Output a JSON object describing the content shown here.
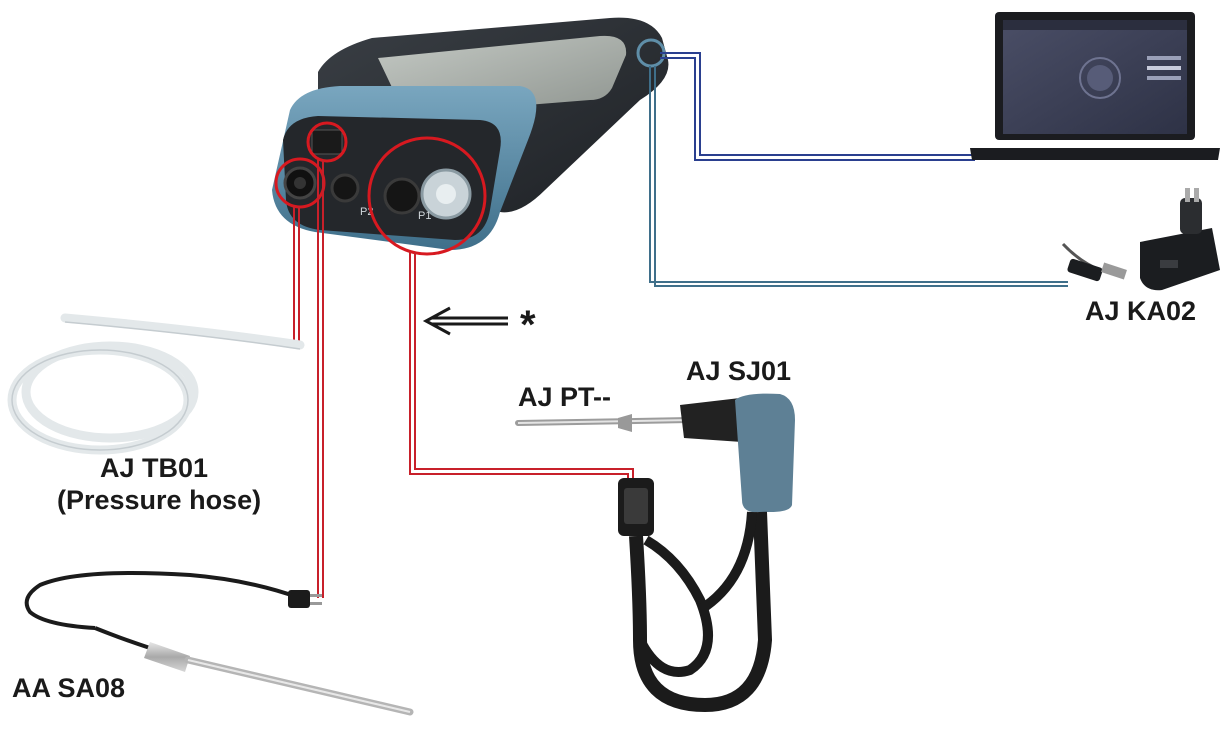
{
  "labels": {
    "pressure_hose_code": "AJ TB01",
    "pressure_hose_desc": "(Pressure hose)",
    "temperature_probe": "AA SA08",
    "sampling_tube": "AJ PT--",
    "sampling_handle": "AJ SJ01",
    "charger": "AJ KA02",
    "asterisk": "*"
  },
  "device_port_labels": {
    "port_p2": "P2",
    "port_p1": "P1"
  },
  "colors": {
    "device_body": "#2b2f34",
    "device_accent": "#5f8ea8",
    "screen": "#a7ada8",
    "highlight_ring": "#d71920",
    "red_connector_line": "#c8202a",
    "blue_connector_line": "#2a3f8f",
    "laptop_screen": "#3b3f55",
    "charger_body": "#1b1d20"
  },
  "icons": {
    "main_device": "flue-gas-analyzer-icon",
    "laptop": "laptop-icon",
    "charger": "usb-charger-icon",
    "hose": "coiled-pressure-hose-icon",
    "temperature_probe": "temperature-probe-icon",
    "sampling_probe": "sampling-probe-handle-icon",
    "arrow": "double-arrow-left-icon"
  }
}
